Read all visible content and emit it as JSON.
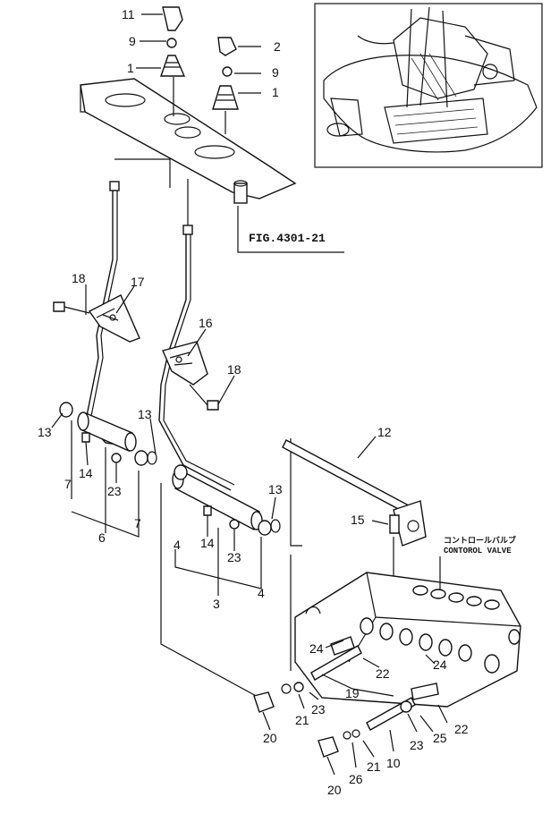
{
  "figure_reference": "FIG.4301-21",
  "control_valve": {
    "jp_label": "コントロールバルブ",
    "en_label": "CONTOROL VALVE"
  },
  "callouts": [
    "11",
    "9",
    "2",
    "1",
    "9",
    "1",
    "18",
    "17",
    "16",
    "18",
    "13",
    "13",
    "14",
    "23",
    "7",
    "6",
    "7",
    "13",
    "14",
    "23",
    "4",
    "3",
    "4",
    "12",
    "15",
    "24",
    "22",
    "24",
    "19",
    "22",
    "25",
    "20",
    "21",
    "23",
    "21",
    "10",
    "23",
    "20",
    "26"
  ],
  "colors": {
    "ink": "#111111",
    "paper": "#ffffff"
  }
}
